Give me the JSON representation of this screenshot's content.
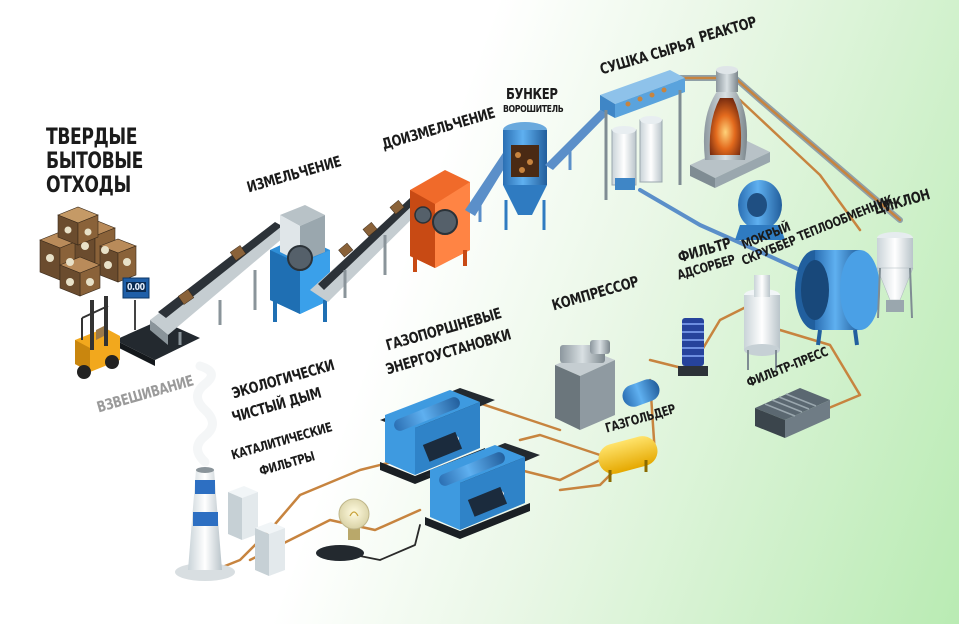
{
  "labels": {
    "waste": [
      "ТВЕРДЫЕ",
      "БЫТОВЫЕ",
      "ОТХОДЫ"
    ],
    "scale_display": "0.00",
    "weighing": "ВЗВЕШИВАНИЕ",
    "grinding": "ИЗМЕЛЬЧЕНИЕ",
    "regrinding": "ДОИЗМЕЛЬЧЕНИЕ",
    "bunker": "БУНКЕР",
    "agitator": "ВОРОШИТЕЛЬ",
    "drying": "СУШКА СЫРЬЯ",
    "reactor": "РЕАКТОР",
    "filter_adsorber": [
      "ФИЛЬТР",
      "АДСОРБЕР"
    ],
    "wet_scrubber": [
      "МОКРЫЙ",
      "СКРУББЕР"
    ],
    "heat_exchanger": "ТЕПЛООБМЕННИК",
    "cyclone": "ЦИКЛОН",
    "compressor": "КОМПРЕССОР",
    "gas_engines": [
      "ГАЗОПОРШНЕВЫЕ",
      "ЭНЕРГОУСТАНОВКИ"
    ],
    "eco_smoke": [
      "ЭКОЛОГИЧЕСКИ",
      "ЧИСТЫЙ ДЫМ"
    ],
    "catalytic_filters": [
      "КАТАЛИТИЧЕСКИЕ",
      "ФИЛЬТРЫ"
    ],
    "gasholder": "ГАЗГОЛЬДЕР",
    "filter_press": "ФИЛЬТР-ПРЕСС"
  },
  "colors": {
    "pipe_gas": "#c7843f",
    "pipe_water": "#5b8fc9",
    "equipment_blue": "#3d8fd6",
    "equipment_orange": "#f06a2a",
    "steel": "#9aa7ae",
    "dark_belt": "#2c3238"
  },
  "icons": [
    "forklift-icon",
    "light-bulb-icon",
    "smokestack-icon",
    "waste-bales-icon"
  ]
}
